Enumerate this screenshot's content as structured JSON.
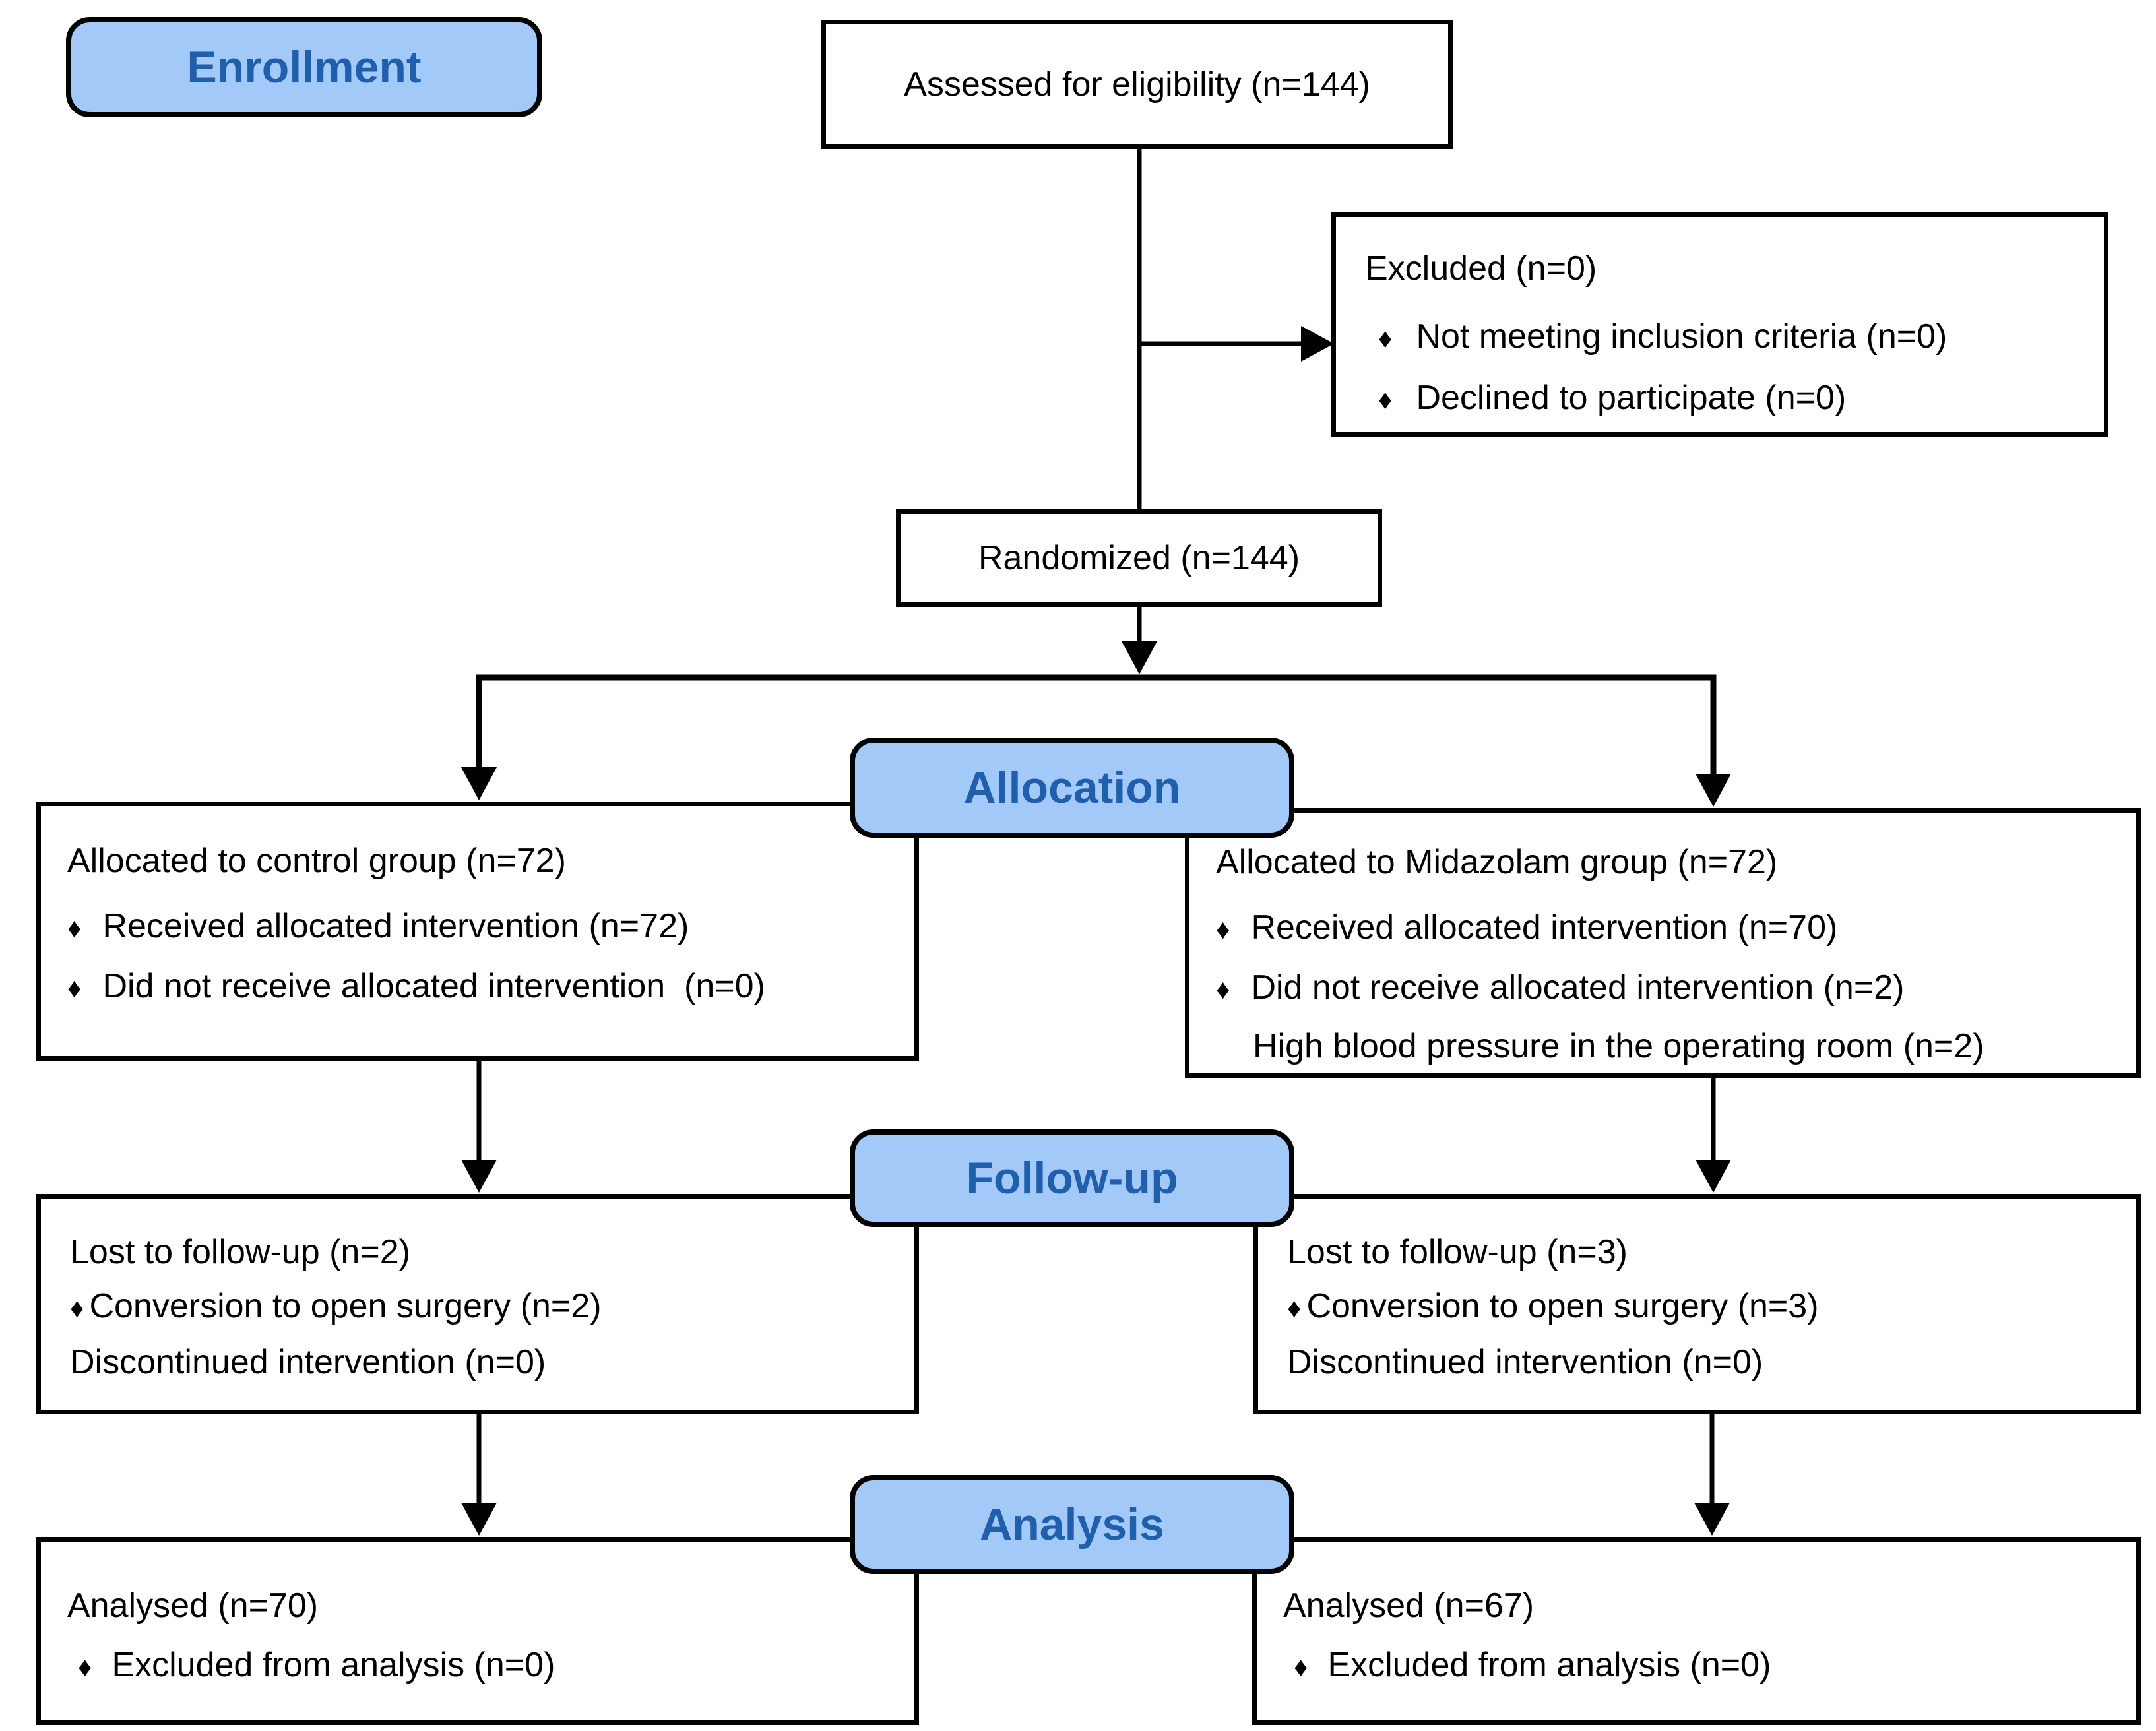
{
  "stages": {
    "enrollment": "Enrollment",
    "allocation": "Allocation",
    "followup": "Follow-up",
    "analysis": "Analysis"
  },
  "assessed": {
    "text": "Assessed for eligibility (n=144)"
  },
  "excluded": {
    "title": "Excluded (n=0)",
    "bullet1": "Not meeting inclusion criteria (n=0)",
    "bullet2": "Declined to participate (n=0)"
  },
  "randomized": {
    "text": "Randomized (n=144)"
  },
  "alloc_left": {
    "title": "Allocated to control group (n=72)",
    "bullet1": "Received allocated intervention (n=72)",
    "bullet2": "Did not receive allocated intervention  (n=0)"
  },
  "alloc_right": {
    "title": "Allocated to Midazolam group (n=72)",
    "bullet1": "Received allocated intervention (n=70)",
    "bullet2": "Did not receive allocated intervention (n=2)",
    "note": "High blood pressure in the operating room (n=2)"
  },
  "fu_left": {
    "line1": "Lost to follow-up (n=2)",
    "bullet1": "Conversion to open surgery (n=2)",
    "line3": "Discontinued intervention (n=0)"
  },
  "fu_right": {
    "line1": "Lost to follow-up (n=3)",
    "bullet1": "Conversion to open surgery (n=3)",
    "line3": "Discontinued intervention (n=0)"
  },
  "an_left": {
    "line1": "Analysed (n=70)",
    "bullet1": "Excluded from analysis (n=0)"
  },
  "an_right": {
    "line1": "Analysed (n=67)",
    "bullet1": "Excluded from analysis (n=0)"
  },
  "glyphs": {
    "bullet": "♦"
  },
  "colors": {
    "stage_fill": "#A2C9F8",
    "stage_text": "#1F5FAC",
    "line": "#000000",
    "background": "#FFFFFF"
  }
}
